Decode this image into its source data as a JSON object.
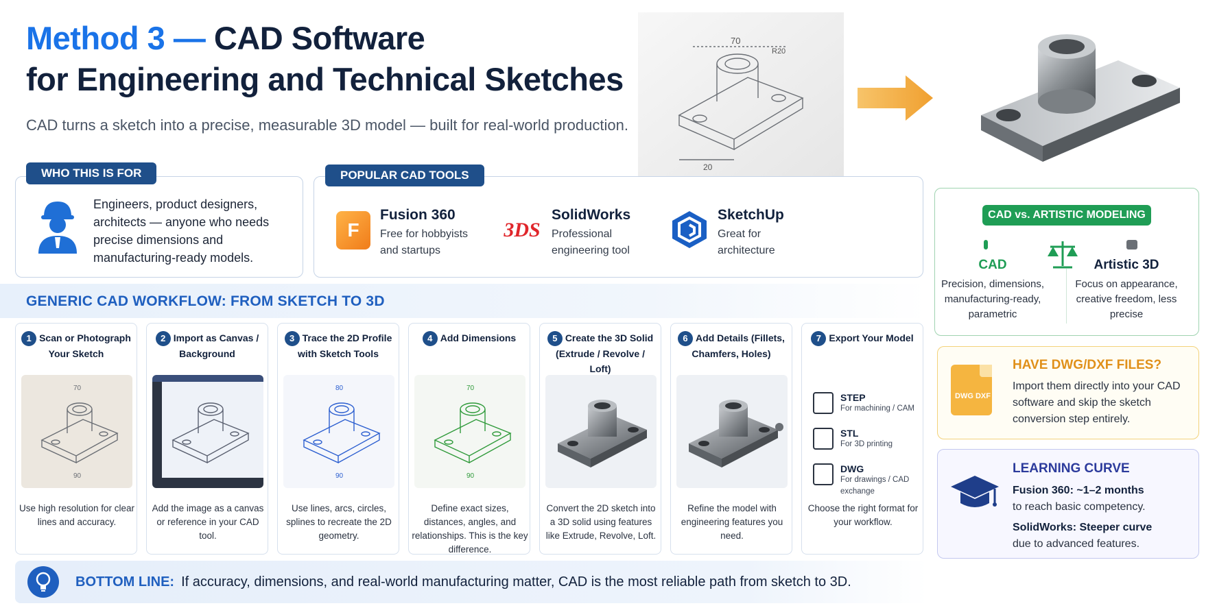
{
  "header": {
    "title_accent": "Method 3 —",
    "title_rest": " CAD Software",
    "title_line2": "for Engineering and Technical Sketches",
    "subtitle": "CAD turns a sketch into a precise, measurable 3D model — built for real-world production."
  },
  "who": {
    "pill": "WHO THIS IS FOR",
    "text": "Engineers, product designers, architects — anyone who needs precise dimensions and manufacturing-ready models."
  },
  "tools": {
    "pill": "POPULAR CAD TOOLS",
    "items": [
      {
        "name": "Fusion 360",
        "desc1": "Free for hobbyists",
        "desc2": "and startups",
        "icon": "F"
      },
      {
        "name": "SolidWorks",
        "desc1": "Professional",
        "desc2": "engineering tool",
        "icon": "3DS"
      },
      {
        "name": "SketchUp",
        "desc1": "Great for",
        "desc2": "architecture",
        "icon": "sketchup-icon"
      }
    ]
  },
  "vs": {
    "pill": "CAD vs. ARTISTIC MODELING",
    "cad_title": "CAD",
    "cad_desc": "Precision, dimensions, manufacturing-ready, parametric",
    "art_title": "Artistic 3D",
    "art_desc": "Focus on appearance, creative freedom, less precise"
  },
  "dwg": {
    "title": "HAVE DWG/DXF FILES?",
    "text": "Import them directly into your CAD software and skip the sketch conversion step entirely.",
    "icon_label": "DWG DXF"
  },
  "learning": {
    "title": "LEARNING CURVE",
    "fusion_bold": "Fusion 360: ~1–2 months",
    "fusion_rest": "to reach basic competency.",
    "sw_bold": "SolidWorks: Steeper curve",
    "sw_rest": "due to advanced features."
  },
  "workflow": {
    "title": "GENERIC CAD WORKFLOW: FROM SKETCH TO 3D",
    "steps": [
      {
        "num": "1",
        "title": "Scan or Photograph Your Sketch",
        "desc": "Use high resolution for clear lines and accuracy."
      },
      {
        "num": "2",
        "title": "Import as Canvas / Background",
        "desc": "Add the image as a canvas or reference in your CAD tool."
      },
      {
        "num": "3",
        "title": "Trace the 2D Profile with Sketch Tools",
        "desc": "Use lines, arcs, circles, splines to recreate the 2D geometry."
      },
      {
        "num": "4",
        "title": "Add Dimensions",
        "desc": "Define exact sizes, distances, angles, and relationships. This is the key difference."
      },
      {
        "num": "5",
        "title": "Create the 3D Solid (Extrude / Revolve / Loft)",
        "desc": "Convert the 2D sketch into a 3D solid using features like Extrude, Revolve, Loft."
      },
      {
        "num": "6",
        "title": "Add Details (Fillets, Chamfers, Holes)",
        "desc": "Refine the model with engineering features you need."
      },
      {
        "num": "7",
        "title": "Export Your Model",
        "desc": "Choose the right format for your workflow."
      }
    ],
    "formats": [
      {
        "name": "STEP",
        "desc": "For machining / CAM"
      },
      {
        "name": "STL",
        "desc": "For 3D printing"
      },
      {
        "name": "DWG",
        "desc": "For drawings / CAD exchange"
      }
    ],
    "sketch_dims": {
      "top": "70",
      "bottom": "90",
      "alt_top": "80"
    }
  },
  "hero": {
    "dim_top": "70",
    "dim_r": "R20",
    "dim_bottom": "20"
  },
  "bottom": {
    "label": "BOTTOM LINE:",
    "text": "If accuracy, dimensions, and real-world manufacturing matter, CAD is the most reliable path from sketch to 3D."
  },
  "colors": {
    "accent": "#1a73e8",
    "navy": "#1f4f8a",
    "green": "#1f9d55",
    "orange": "#f0a030"
  }
}
